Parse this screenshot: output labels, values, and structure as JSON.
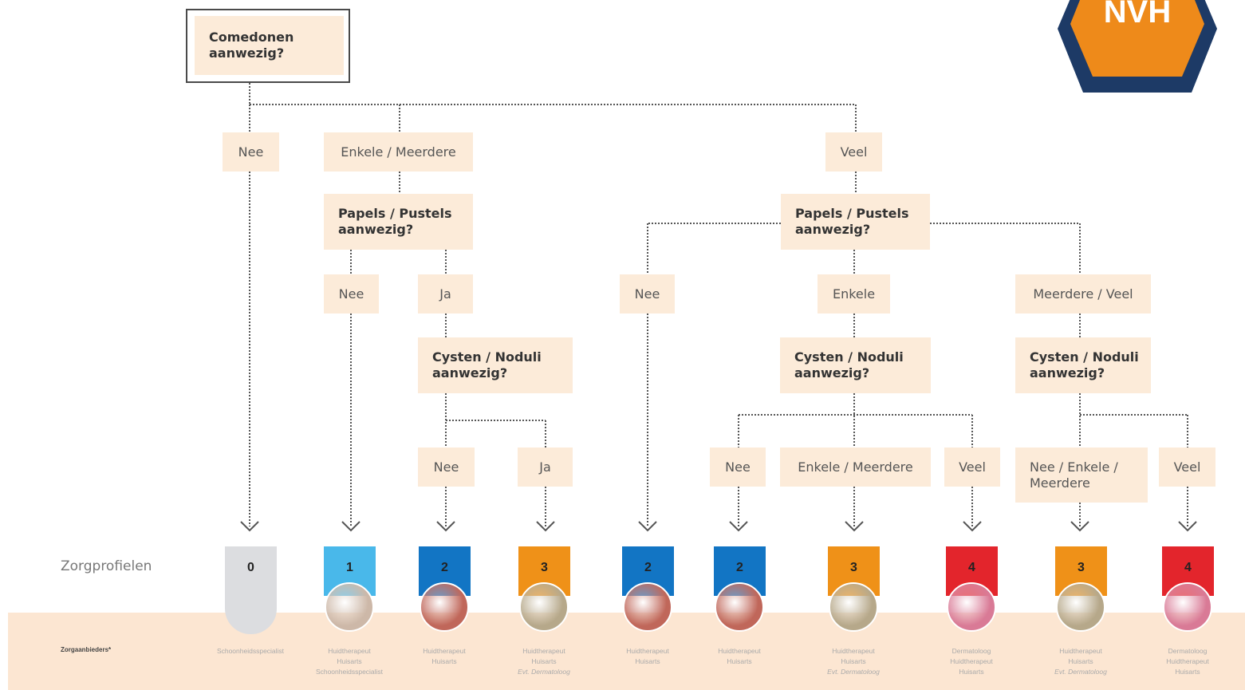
{
  "logo": {
    "text": "NVH",
    "colors": {
      "outer": "#1d3a66",
      "inner": "#ee8a1a",
      "text": "#ffffff"
    }
  },
  "colors": {
    "box_fill": "#fcebd9",
    "band_fill": "#fce6d2",
    "connector": "#555555"
  },
  "questions": {
    "comedonen": "Comedonen aanwezig?",
    "papels_left": "Papels / Pustels aanwezig?",
    "papels_right": "Papels / Pustels aanwezig?",
    "cysten_a": "Cysten / Noduli aanwezig?",
    "cysten_b": "Cysten / Noduli aanwezig?",
    "cysten_c": "Cysten / Noduli aanwezig?"
  },
  "answers": {
    "nee_1": "Nee",
    "enkele_meerdere_1": "Enkele / Meerdere",
    "veel_1": "Veel",
    "nee_2": "Nee",
    "ja_1": "Ja",
    "nee_3": "Nee",
    "enkele_1": "Enkele",
    "meerdere_veel": "Meerdere / Veel",
    "nee_4": "Nee",
    "ja_2": "Ja",
    "nee_5": "Nee",
    "enkele_meerdere_2": "Enkele / Meerdere",
    "veel_2": "Veel",
    "nee_enkele_meerdere": "Nee / Enkele / Meerdere",
    "veel_3": "Veel"
  },
  "profiles_label": "Zorgprofielen",
  "providers_label": "Zorgaanbieders*",
  "profiles": [
    {
      "value": "0",
      "color": "#dcdde0",
      "photo": "none"
    },
    {
      "value": "1",
      "color": "#49b8ea",
      "photo": "#cdb8a8"
    },
    {
      "value": "2",
      "color": "#1275c4",
      "photo": "#c0675a"
    },
    {
      "value": "3",
      "color": "#ef9118",
      "photo": "#b6a88a"
    },
    {
      "value": "2",
      "color": "#1275c4",
      "photo": "#c0675a"
    },
    {
      "value": "2",
      "color": "#1275c4",
      "photo": "#c0675a"
    },
    {
      "value": "3",
      "color": "#ef9118",
      "photo": "#b6a88a"
    },
    {
      "value": "4",
      "color": "#e3252c",
      "photo": "#d97a96"
    },
    {
      "value": "3",
      "color": "#ef9118",
      "photo": "#b6a88a"
    },
    {
      "value": "4",
      "color": "#e3252c",
      "photo": "#d97a96"
    }
  ],
  "providers": [
    {
      "lines": [
        "Schoonheidsspecialist"
      ]
    },
    {
      "lines": [
        "Huidtherapeut",
        "Huisarts",
        "Schoonheidsspecialist"
      ]
    },
    {
      "lines": [
        "Huidtherapeut",
        "Huisarts"
      ]
    },
    {
      "lines": [
        "Huidtherapeut",
        "Huisarts",
        "Evt. Dermatoloog"
      ]
    },
    {
      "lines": [
        "Huidtherapeut",
        "Huisarts"
      ]
    },
    {
      "lines": [
        "Huidtherapeut",
        "Huisarts"
      ]
    },
    {
      "lines": [
        "Huidtherapeut",
        "Huisarts",
        "Evt. Dermatoloog"
      ]
    },
    {
      "lines": [
        "Dermatoloog",
        "Huidtherapeut",
        "Huisarts"
      ]
    },
    {
      "lines": [
        "Huidtherapeut",
        "Huisarts",
        "Evt. Dermatoloog"
      ]
    },
    {
      "lines": [
        "Dermatoloog",
        "Huidtherapeut",
        "Huisarts"
      ]
    }
  ]
}
